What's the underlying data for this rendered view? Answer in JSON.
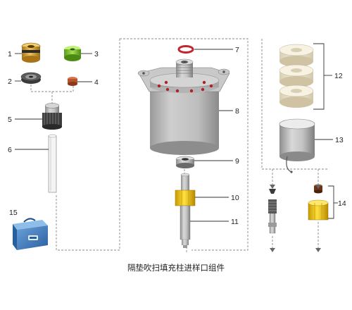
{
  "diagram": {
    "caption": "隔垫吹扫填充柱进样口组件",
    "labels": [
      {
        "key": "1",
        "text": "1"
      },
      {
        "key": "2",
        "text": "2"
      },
      {
        "key": "3",
        "text": "3"
      },
      {
        "key": "4",
        "text": "4"
      },
      {
        "key": "5",
        "text": "5"
      },
      {
        "key": "6",
        "text": "6"
      },
      {
        "key": "7",
        "text": "7"
      },
      {
        "key": "8",
        "text": "8"
      },
      {
        "key": "9",
        "text": "9"
      },
      {
        "key": "10",
        "text": "10"
      },
      {
        "key": "11",
        "text": "11"
      },
      {
        "key": "12",
        "text": "12"
      },
      {
        "key": "13",
        "text": "13"
      },
      {
        "key": "14",
        "text": "14"
      },
      {
        "key": "15",
        "text": "15"
      }
    ],
    "colors": {
      "brass": "#d9a23a",
      "green_septum": "#8ccc3a",
      "copper": "#b5552c",
      "red_oring": "#c0262c",
      "steel": "#b8b8b8",
      "cream_insulation": "#efe6d0",
      "blue_kit": "#3a78c0",
      "yellow_nut": "#f0c400"
    }
  }
}
